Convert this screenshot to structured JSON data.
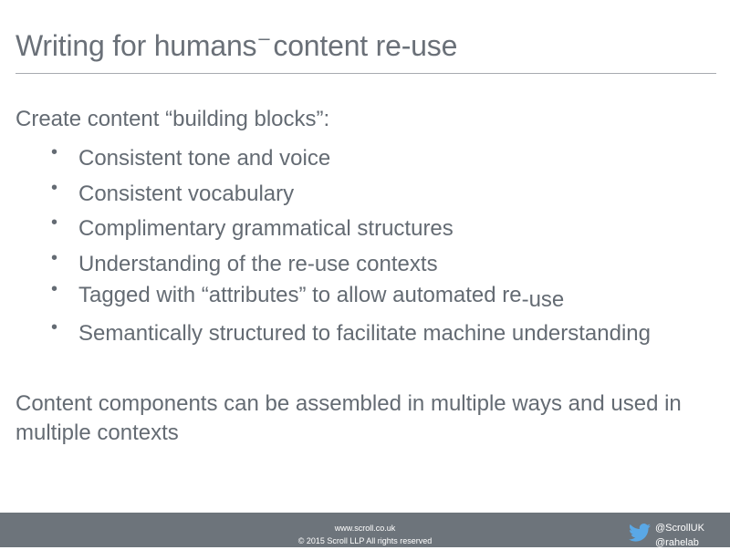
{
  "slide": {
    "title_part1": "Writing for humans",
    "title_dash": "–",
    "title_part2": "content re-use",
    "intro": "Create content “building blocks”:",
    "bullet_glyph": "•",
    "bullets": [
      "Consistent tone and voice",
      "Consistent vocabulary",
      "Complimentary grammatical structures",
      "Understanding of the re-use contexts",
      "Tagged with “attributes” to allow automated re",
      "Semantically structured to facilitate machine understanding"
    ],
    "bullet5_suffix": "-use",
    "closing": "Content components can be assembled in multiple ways and used in multiple contexts"
  },
  "footer": {
    "website": "www.scroll.co.uk",
    "copyright": "© 2015 Scroll LLP All rights reserved",
    "handle1": "@ScrollUK",
    "handle2": "@rahelab",
    "icon": "twitter-bird-icon",
    "background_color": "#6d747b"
  }
}
